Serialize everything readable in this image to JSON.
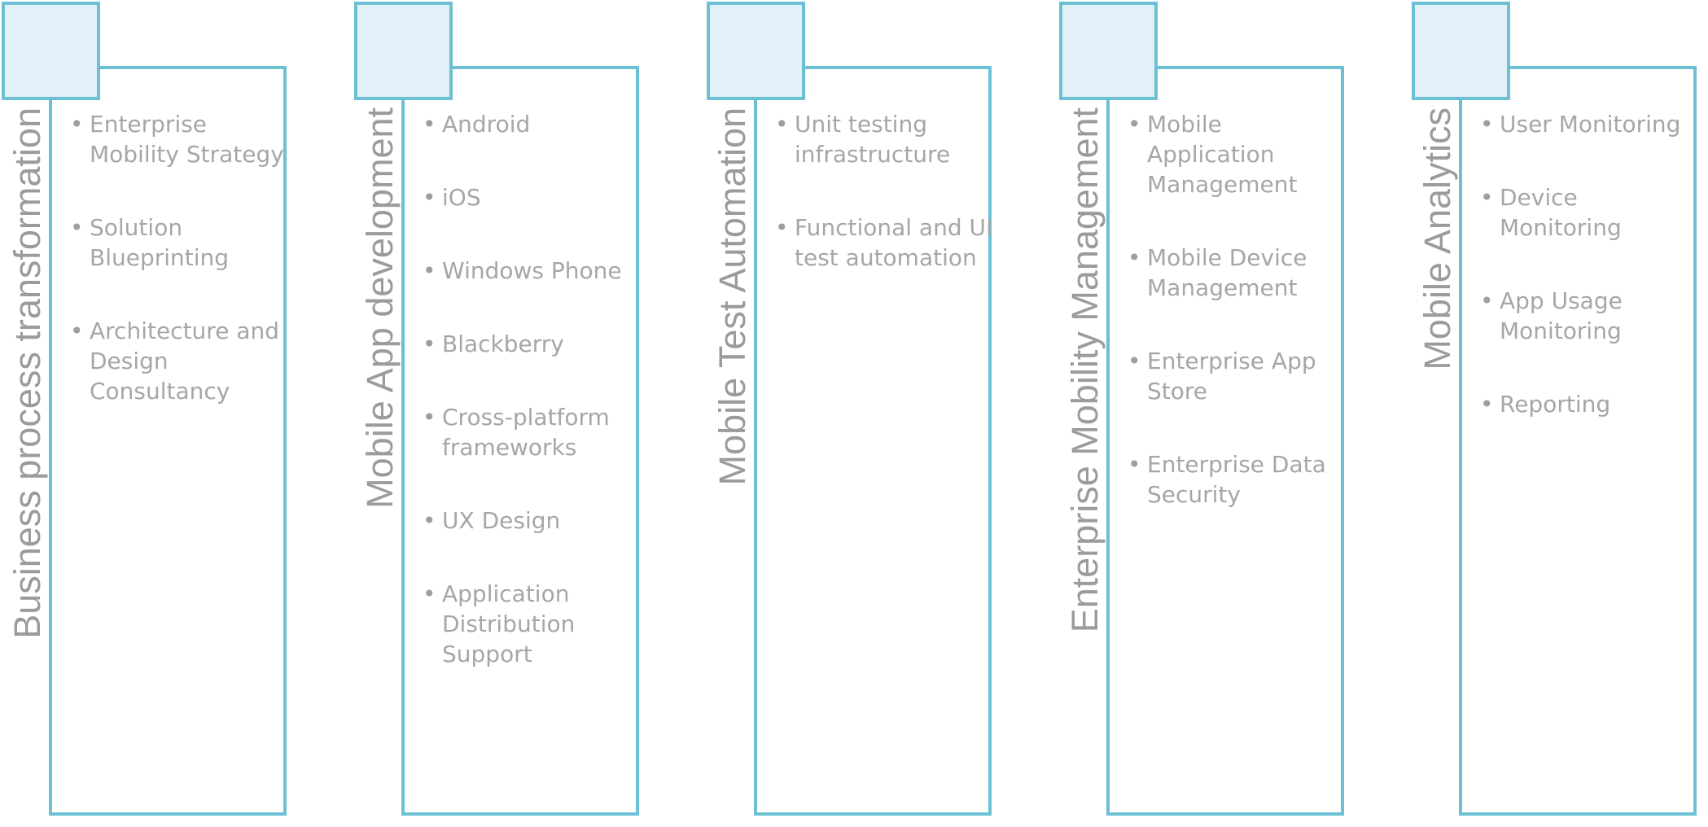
{
  "columns": [
    {
      "title": "Business process transformation",
      "items": [
        "Enterprise Mobility Strategy",
        "Solution Blueprinting",
        "Architecture and Design Consultancy"
      ]
    },
    {
      "title": "Mobile App development",
      "items": [
        "Android",
        "iOS",
        "Windows Phone",
        "Blackberry",
        "Cross-platform frameworks",
        "UX Design",
        "Application Distribution Support"
      ]
    },
    {
      "title": "Mobile Test Automation",
      "items": [
        "Unit testing infrastructure",
        "Functional  and UI test automation"
      ]
    },
    {
      "title": "Enterprise Mobility Management",
      "items": [
        "Mobile Application Management",
        "Mobile Device Management",
        "Enterprise App Store",
        "Enterprise Data Security"
      ]
    },
    {
      "title": "Mobile Analytics",
      "items": [
        "User Monitoring",
        "Device Monitoring",
        "App Usage Monitoring",
        "Reporting"
      ]
    }
  ],
  "bullet_glyph": "•",
  "colors": {
    "border": "#6cc0d3",
    "tab_fill": "#e2f0f7",
    "title_text": "#9b9b9b",
    "item_text": "#a6a6a6",
    "background": "#ffffff"
  }
}
